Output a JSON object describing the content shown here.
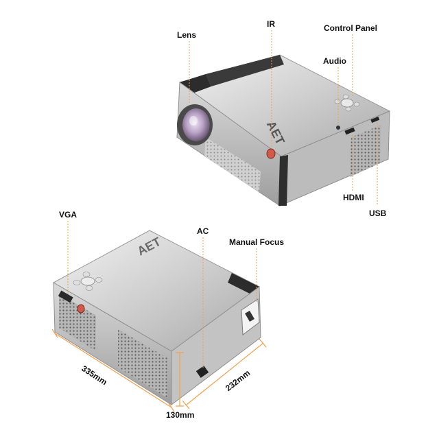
{
  "colors": {
    "leader": "#f0a04b",
    "body_light": "#e6e6e6",
    "body_mid": "#bdbdbd",
    "body_dark": "#3a3a3a",
    "lens_glass": "#b9a3c6",
    "ir_window": "#d35a4a"
  },
  "top_view": {
    "brand": "AET",
    "labels": {
      "lens": "Lens",
      "ir": "IR",
      "control_panel": "Control Panel",
      "audio": "Audio",
      "hdmi": "HDMI",
      "usb": "USB"
    }
  },
  "bottom_view": {
    "brand": "AET",
    "labels": {
      "vga": "VGA",
      "ac": "AC",
      "manual_focus": "Manual Focus"
    }
  },
  "dimensions": {
    "length": "335mm",
    "height": "130mm",
    "width": "232mm"
  }
}
